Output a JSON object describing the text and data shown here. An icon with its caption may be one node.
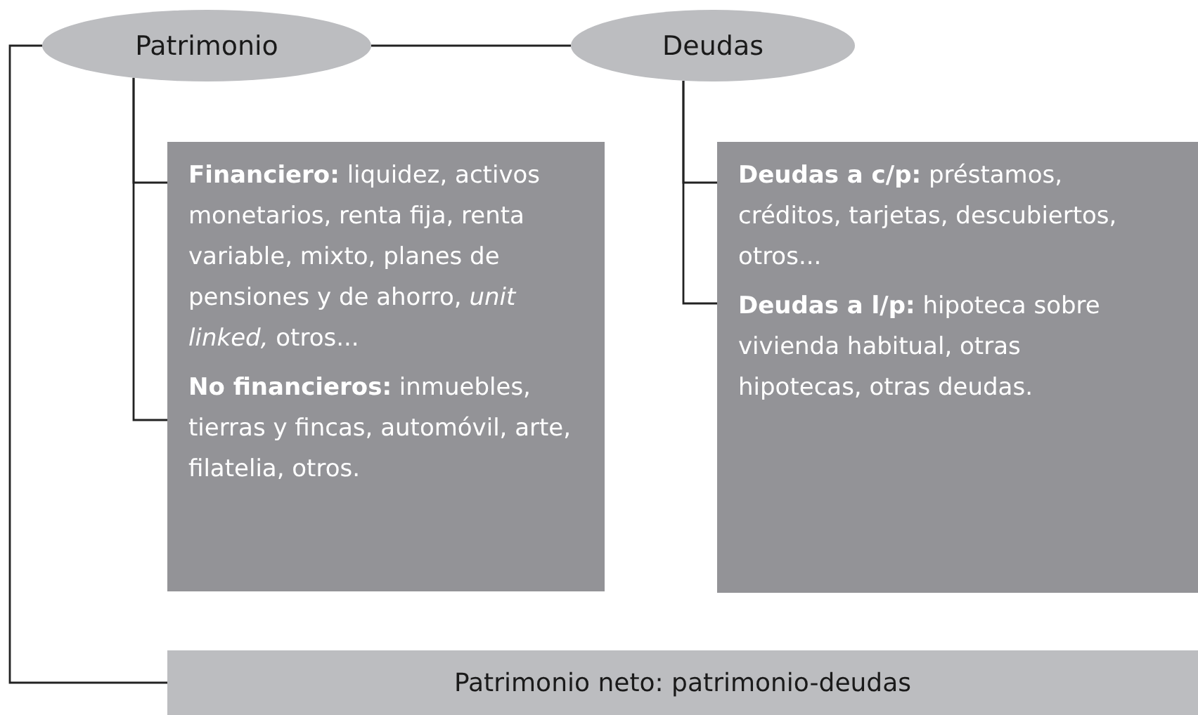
{
  "diagram": {
    "nodes": [
      {
        "text": [
          "Patrimonio"
        ]
      },
      {
        "text": [
          "Deudas"
        ]
      },
      {
        "text": [],
        "shape": "box"
      },
      {
        "text": [
          "**Financiero:** liquidez, activos monetarios, renta fija, renta variable, mixto, planes de pensiones y de ahorro, *unit linked,* otros..."
        ],
        "in": 2
      },
      {
        "text": [
          "**No financieros:** inmuebles, tierras y fincas, automóvil, arte, filatelia, otros."
        ],
        "in": 2
      },
      {
        "text": [],
        "shape": "box"
      },
      {
        "text": [
          "**Deudas a c/p:** préstamos, créditos, tarjetas, descubiertos, otros..."
        ],
        "in": 5
      },
      {
        "text": [
          "**Deudas a l/p:** hipoteca sobre vivienda habitual, otras hipotecas, otras deudas."
        ],
        "in": 5
      },
      {
        "text": [
          "Patrimonio neto: patrimonio-deudas"
        ]
      }
    ],
    "edges": [
      {
        "from": 0,
        "to": 1,
        "arrow": "none"
      },
      {
        "from": 0,
        "to": 3,
        "arrow": "none"
      },
      {
        "from": 0,
        "to": 4,
        "arrow": "none"
      },
      {
        "from": 1,
        "to": 6,
        "arrow": "none"
      },
      {
        "from": 1,
        "to": 7,
        "arrow": "none"
      },
      {
        "from": 0,
        "to": 8,
        "arrow": "none"
      }
    ]
  }
}
